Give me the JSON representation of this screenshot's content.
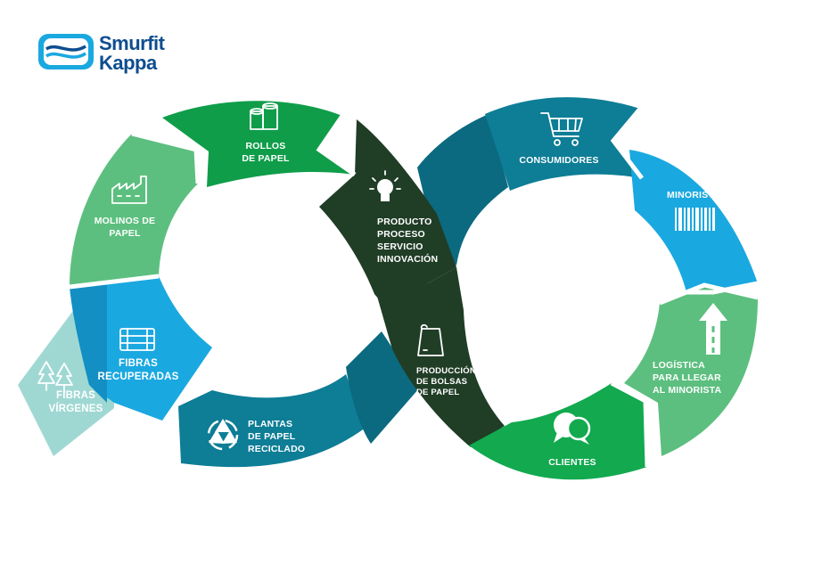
{
  "brand": {
    "line1": "Smurfit",
    "line2": "Kappa"
  },
  "colors": {
    "green_dark": "#0f9d4a",
    "green_mid": "#12a94f",
    "green_light": "#5cbf7f",
    "teal": "#0e7d96",
    "teal_dark": "#0b6a80",
    "blue": "#1aa8e0",
    "blue_mid": "#138fc4",
    "forest": "#203d26",
    "mint": "#9fd8d3",
    "logo_blue": "#1aa8e0",
    "logo_navy": "#0e4d8f"
  },
  "segments": {
    "rollos": {
      "line1": "ROLLOS",
      "line2": "DE PAPEL",
      "icon": "paper-rolls-icon"
    },
    "molinos": {
      "line1": "MOLINOS DE",
      "line2": "PAPEL",
      "icon": "factory-icon"
    },
    "fibras_recuperadas": {
      "line1": "FIBRAS",
      "line2": "RECUPERADAS",
      "icon": "bale-icon"
    },
    "fibras_virgenes": {
      "line1": "FIBRAS",
      "line2": "VÍRGENES",
      "icon": "trees-icon"
    },
    "plantas": {
      "line1": "PLANTAS",
      "line2": "DE PAPEL",
      "line3": "RECICLADO",
      "icon": "recycle-icon"
    },
    "producto": {
      "line1": "PRODUCTO",
      "line2": "PROCESO",
      "line3": "SERVICIO",
      "line4": "INNOVACIÓN",
      "icon": "lightbulb-icon"
    },
    "produccion": {
      "line1": "PRODUCCIÓN",
      "line2": "DE BOLSAS",
      "line3": "DE PAPEL",
      "icon": "paper-bag-icon"
    },
    "consumidores": {
      "line1": "CONSUMIDORES",
      "icon": "shopping-cart-icon"
    },
    "minorista": {
      "line1": "MINORISTA",
      "icon": "barcode-icon"
    },
    "logistica": {
      "line1": "LOGÍSTICA",
      "line2": "PARA LLEGAR",
      "line3": "AL MINORISTA",
      "icon": "road-arrow-icon"
    },
    "clientes": {
      "line1": "CLIENTES",
      "icon": "speech-bubbles-icon"
    }
  }
}
